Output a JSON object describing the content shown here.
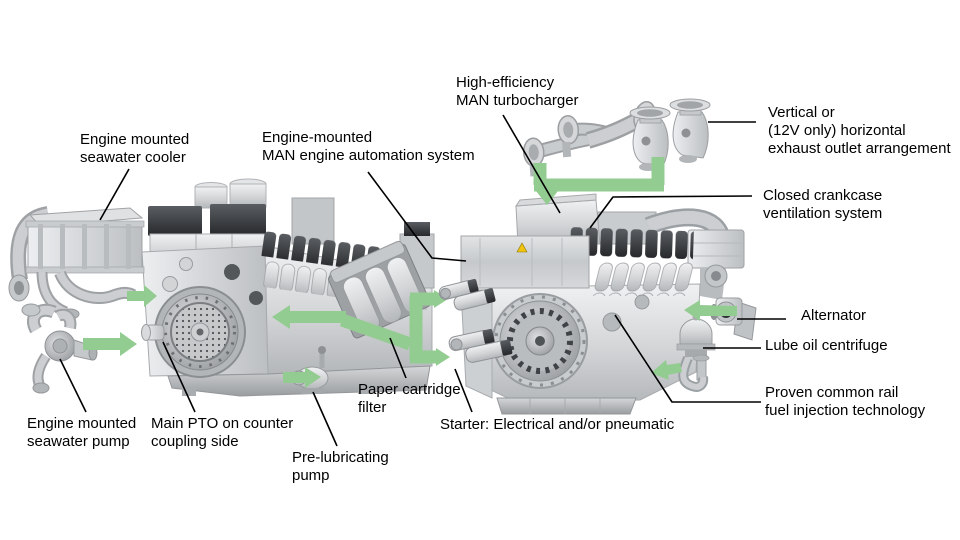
{
  "colors": {
    "bg": "#ffffff",
    "line": "#000000",
    "green": "#93cc91",
    "label": "#000000"
  },
  "labels": {
    "seawater_cooler": "Engine mounted\nseawater cooler",
    "automation_system": "Engine-mounted\nMAN engine automation system",
    "turbocharger": "High-efficiency\nMAN turbocharger",
    "exhaust_outlet": "Vertical or\n(12V only) horizontal\nexhaust outlet arrangement",
    "crankcase_ventilation": "Closed crankcase\nventilation system",
    "alternator": "Alternator",
    "lube_oil_centrifuge": "Lube oil centrifuge",
    "common_rail": "Proven common rail\nfuel injection technology",
    "starter": "Starter: Electrical and/or pneumatic",
    "paper_filter": "Paper cartridge\nfilter",
    "prelube_pump": "Pre-lubricating\npump",
    "seawater_pump": "Engine mounted\nseawater pump",
    "main_pto": "Main PTO on counter\ncoupling side"
  }
}
